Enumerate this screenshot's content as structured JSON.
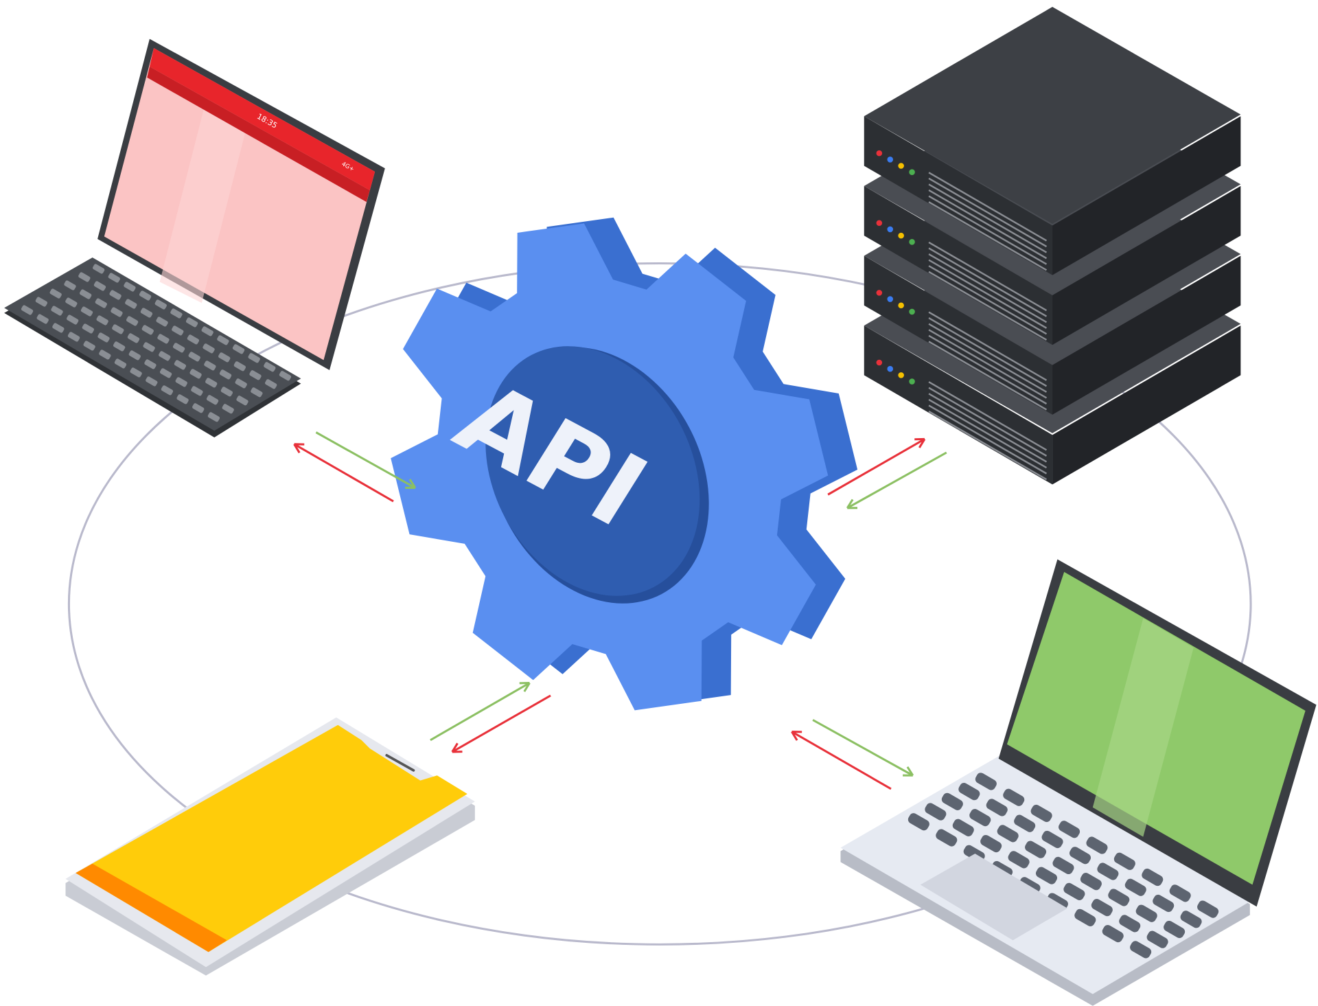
{
  "gear": {
    "label": "API"
  },
  "tablet": {
    "clock": "18:35",
    "network": "4G+"
  },
  "colors": {
    "gear_face": "#5a8ff0",
    "gear_side": "#3a6fd0",
    "gear_center": "#2f5db0",
    "request_arrow": "#e8313a",
    "response_arrow": "#8cc063",
    "orbit": "#b9b9cc",
    "server": "#3a3d42",
    "tablet_screen": "#fbc4c4",
    "tablet_bar": "#e8252b",
    "phone_screen": "#ffcc0a",
    "phone_bar": "#ff8a00",
    "laptop_screen": "#8fc96a"
  },
  "icons": [
    "gear-icon",
    "server-icon",
    "tablet-icon",
    "keyboard-icon",
    "phone-icon",
    "laptop-icon",
    "arrow-icon"
  ]
}
